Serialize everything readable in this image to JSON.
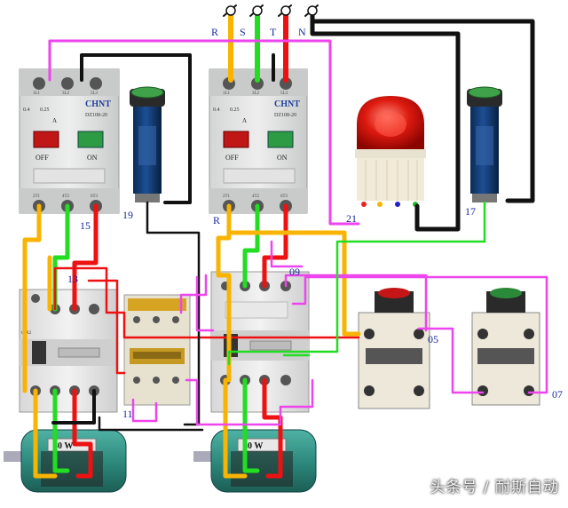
{
  "phases": [
    "R",
    "S",
    "T",
    "N"
  ],
  "breakers": [
    {
      "brand": "CHNT",
      "model": "DZ108-20",
      "rating_left": "0.4",
      "rating_right": "0.25",
      "unit": "A",
      "off_label": "OFF",
      "on_label": "ON",
      "top_terminals": [
        "1L1",
        "3L2",
        "5L3"
      ],
      "bottom_terminals": [
        "2T1",
        "4T2",
        "6T3"
      ]
    },
    {
      "brand": "CHNT",
      "model": "DZ108-20",
      "rating_left": "0.4",
      "rating_right": "0.25",
      "unit": "A",
      "off_label": "OFF",
      "on_label": "ON",
      "top_terminals": [
        "1L1",
        "3L2",
        "5L3"
      ],
      "bottom_terminals": [
        "2T1",
        "4T2",
        "6T3"
      ]
    }
  ],
  "motor_plate": "40 W",
  "contactor_model": "CJX2",
  "labels": {
    "n13": "13",
    "n15": "15",
    "n19": "19",
    "n21": "21",
    "n17": "17",
    "n09": "09",
    "n05": "05",
    "n07": "07",
    "n11": "11",
    "r2": "R"
  },
  "watermark": "头条号 / 耐斯自动",
  "colors": {
    "yellow": "#f8b400",
    "green": "#22dd22",
    "red": "#ee1111",
    "black": "#111111",
    "magenta": "#ee44ee",
    "bg": "#ffffff"
  }
}
